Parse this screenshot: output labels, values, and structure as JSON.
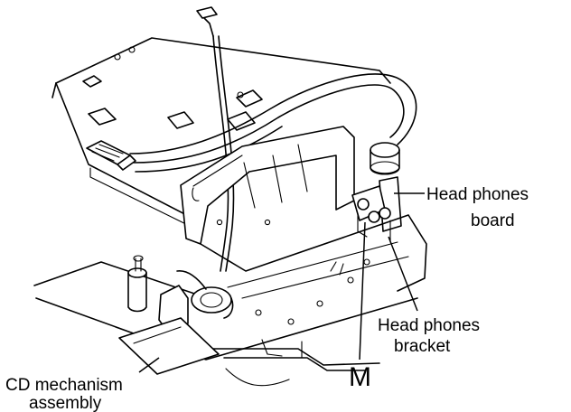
{
  "figure": {
    "labels": {
      "head_phones_board_line1": "Head phones",
      "head_phones_board_line2": "board",
      "head_phones_bracket_line1": "Head phones",
      "head_phones_bracket_line2": "bracket",
      "screw_m": "M",
      "cd_mechanism_line1": "CD mechanism",
      "cd_mechanism_line2": "assembly"
    }
  }
}
